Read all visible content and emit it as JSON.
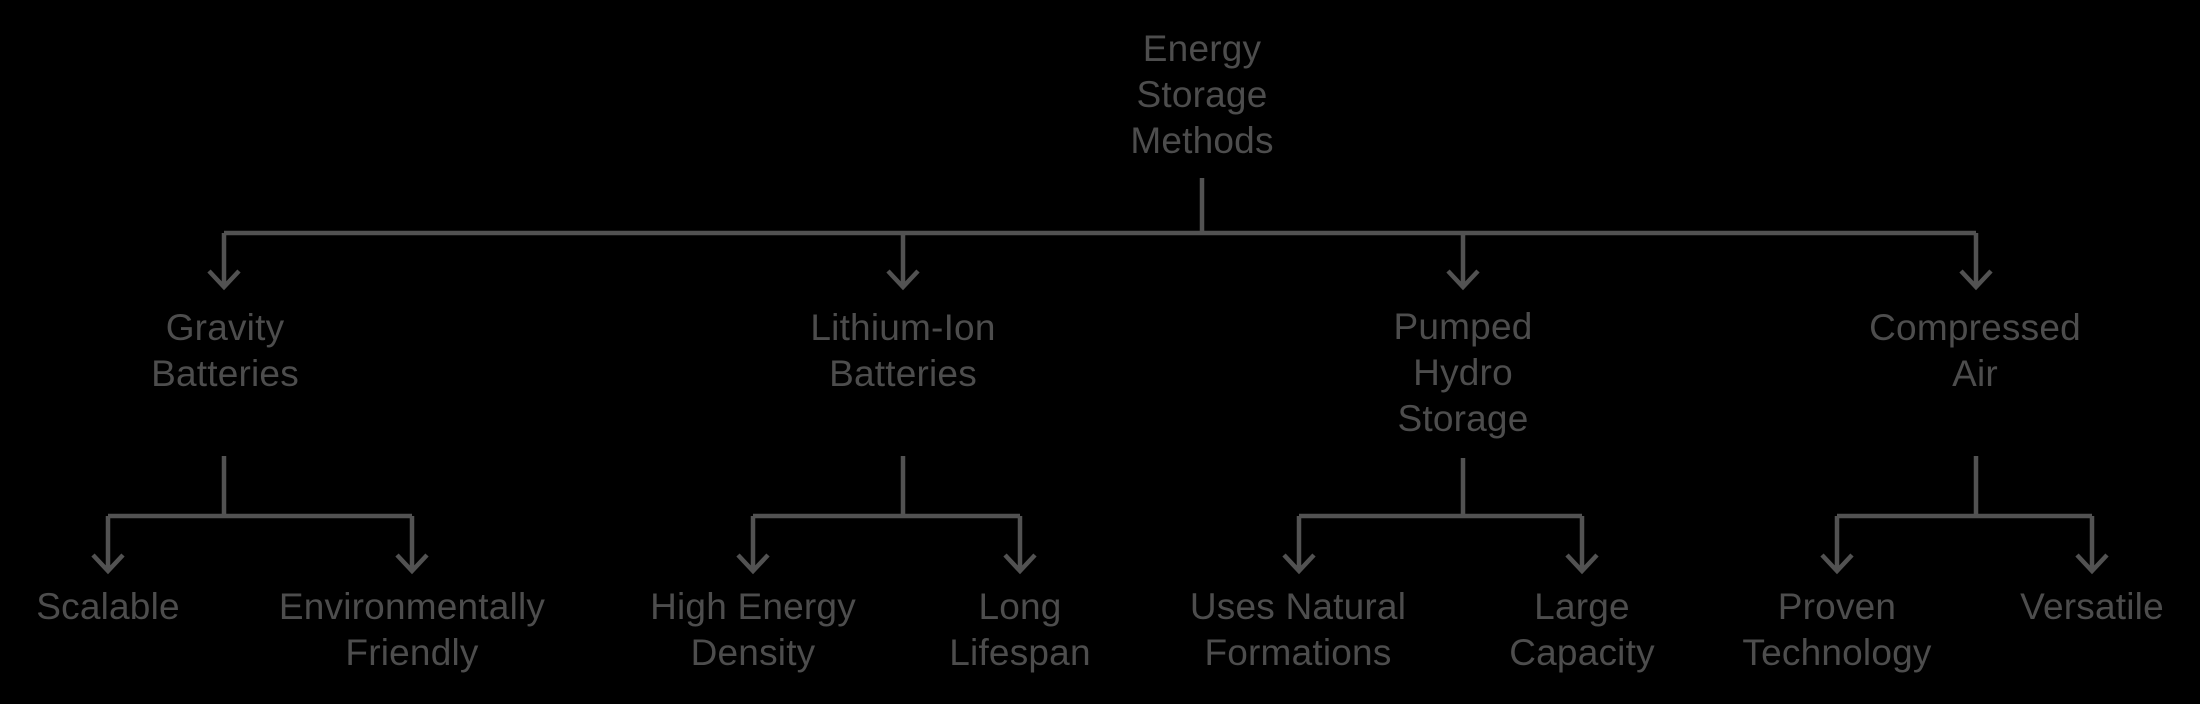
{
  "diagram": {
    "type": "tree",
    "background_color": "#000000",
    "text_color": "#4d4d4d",
    "line_color": "#525252",
    "root": {
      "label": "Energy\nStorage\nMethods"
    },
    "branches": [
      {
        "label": "Gravity\nBatteries",
        "children": [
          {
            "label": "Scalable"
          },
          {
            "label": "Environmentally\nFriendly"
          }
        ]
      },
      {
        "label": "Lithium-Ion\nBatteries",
        "children": [
          {
            "label": "High Energy\nDensity"
          },
          {
            "label": "Long\nLifespan"
          }
        ]
      },
      {
        "label": "Pumped\nHydro\nStorage",
        "children": [
          {
            "label": "Uses Natural\nFormations"
          },
          {
            "label": "Large\nCapacity"
          }
        ]
      },
      {
        "label": "Compressed\nAir",
        "children": [
          {
            "label": "Proven\nTechnology"
          },
          {
            "label": "Versatile"
          }
        ]
      }
    ]
  }
}
